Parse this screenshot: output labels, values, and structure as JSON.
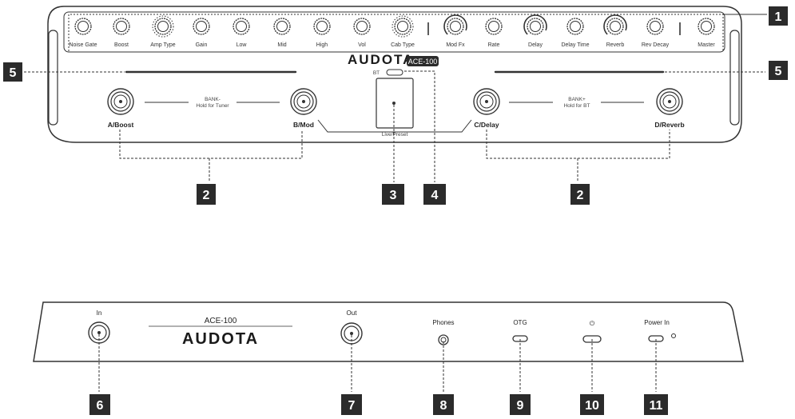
{
  "top_view": {
    "knobs": [
      {
        "label": "Noise Gate"
      },
      {
        "label": "Boost"
      },
      {
        "label": "Amp Type"
      },
      {
        "label": "Gain"
      },
      {
        "label": "Low"
      },
      {
        "label": "Mid"
      },
      {
        "label": "High"
      },
      {
        "label": "Vol"
      },
      {
        "label": "Cab Type"
      },
      {
        "label": "Mod Fx"
      },
      {
        "label": "Rate"
      },
      {
        "label": "Delay"
      },
      {
        "label": "Delay Time"
      },
      {
        "label": "Reverb"
      },
      {
        "label": "Rev Decay"
      },
      {
        "label": "Master"
      }
    ],
    "brand": "AUDOTA",
    "model": "ACE-100",
    "bt_label": "BT",
    "screen_label": "Live/Preset",
    "bank_minus": {
      "line1": "BANK-",
      "line2": "Hold for Tuner"
    },
    "bank_plus": {
      "line1": "BANK+",
      "line2": "Hold for BT"
    },
    "footswitches": [
      {
        "label": "A/Boost"
      },
      {
        "label": "B/Mod"
      },
      {
        "label": "C/Delay"
      },
      {
        "label": "D/Reverb"
      }
    ]
  },
  "rear_view": {
    "model": "ACE-100",
    "brand": "AUDOTA",
    "ports": [
      {
        "label": "In"
      },
      {
        "label": "Out"
      },
      {
        "label": "Phones"
      },
      {
        "label": "OTG"
      },
      {
        "label": "⏻"
      },
      {
        "label": "Power In"
      }
    ]
  },
  "callouts": [
    "1",
    "2",
    "2",
    "3",
    "4",
    "5",
    "5",
    "6",
    "7",
    "8",
    "9",
    "10",
    "11"
  ],
  "colors": {
    "callout_bg": "#2b2b2b",
    "line": "#333333"
  }
}
